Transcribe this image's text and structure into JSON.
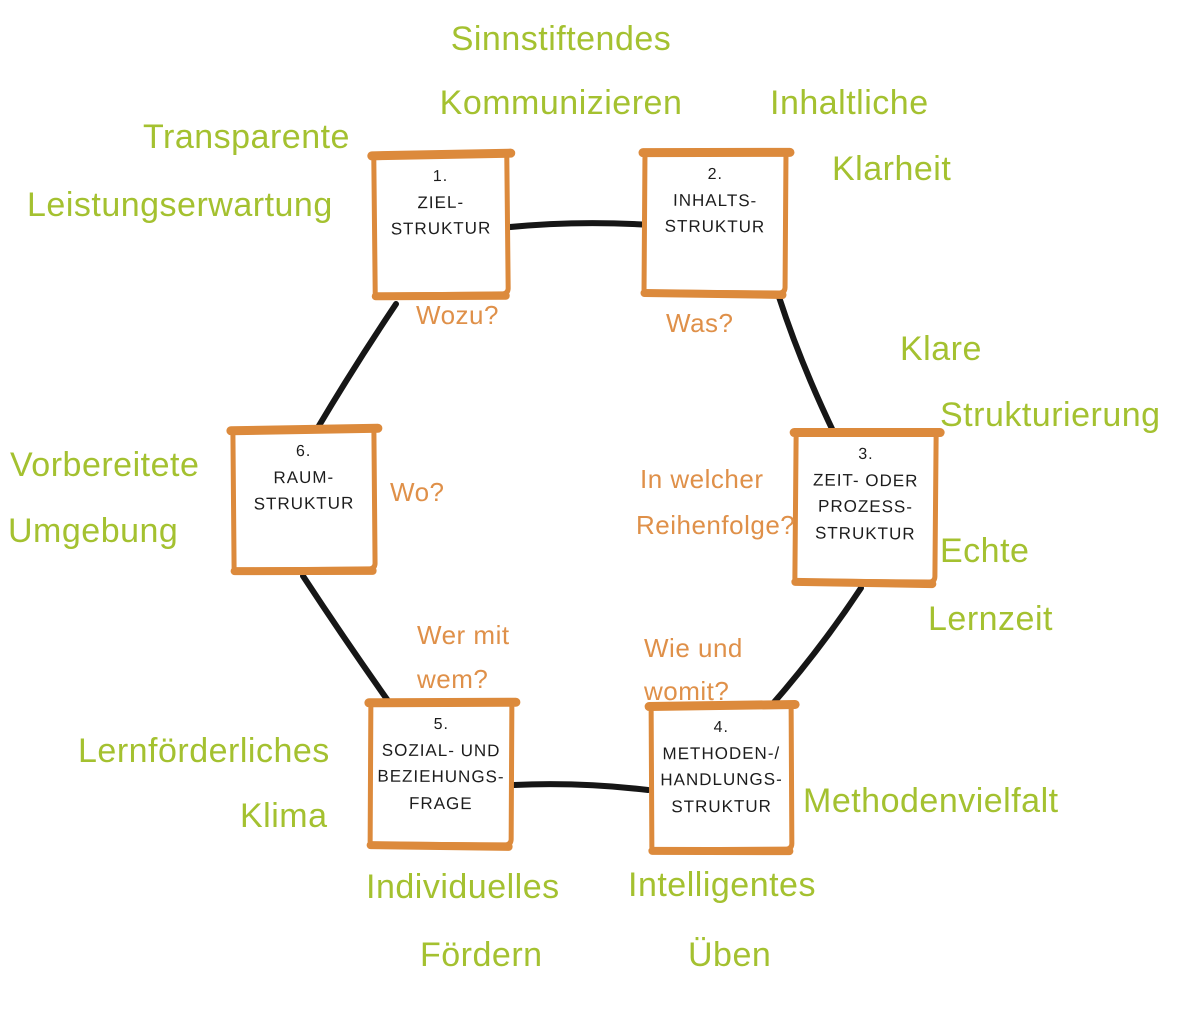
{
  "colors": {
    "green": "#a4c130",
    "orange_box": "#dc8a3c",
    "orange_question": "#df9049",
    "connector": "#161616",
    "background": "#ffffff"
  },
  "boxes": [
    {
      "number": "1.",
      "lines": [
        "ZIEL-",
        "STRUKTUR"
      ]
    },
    {
      "number": "2.",
      "lines": [
        "INHALTS-",
        "STRUKTUR"
      ]
    },
    {
      "number": "3.",
      "lines": [
        "ZEIT- ODER",
        "PROZESS-",
        "STRUKTUR"
      ]
    },
    {
      "number": "4.",
      "lines": [
        "METHODEN-/",
        "HANDLUNGS-",
        "STRUKTUR"
      ]
    },
    {
      "number": "5.",
      "lines": [
        "SOZIAL- UND",
        "BEZIEHUNGS-",
        "FRAGE"
      ]
    },
    {
      "number": "6.",
      "lines": [
        "RAUM-",
        "STRUKTUR"
      ]
    }
  ],
  "questions": {
    "box1": "Wozu?",
    "box2": "Was?",
    "box3": [
      "In welcher",
      "Reihenfolge?"
    ],
    "box4": [
      "Wie und",
      "womit?"
    ],
    "box5": [
      "Wer mit",
      "wem?"
    ],
    "box6": "Wo?"
  },
  "outer_labels": {
    "top_center": [
      "Sinnstiftendes",
      "Kommunizieren"
    ],
    "top_right": [
      "Inhaltliche",
      "Klarheit"
    ],
    "top_left": [
      "Transparente",
      "Leistungserwartung"
    ],
    "right_upper": [
      "Klare",
      "Strukturierung"
    ],
    "right_lower": [
      "Echte",
      "Lernzeit"
    ],
    "left": [
      "Vorbereitete",
      "Umgebung"
    ],
    "bottom_left": [
      "Lernförderliches",
      "Klima"
    ],
    "bottom_right": [
      "Methodenvielfalt"
    ],
    "bottom_center_left": [
      "Individuelles",
      "Fördern"
    ],
    "bottom_center_right": [
      "Intelligentes",
      "Üben"
    ]
  }
}
